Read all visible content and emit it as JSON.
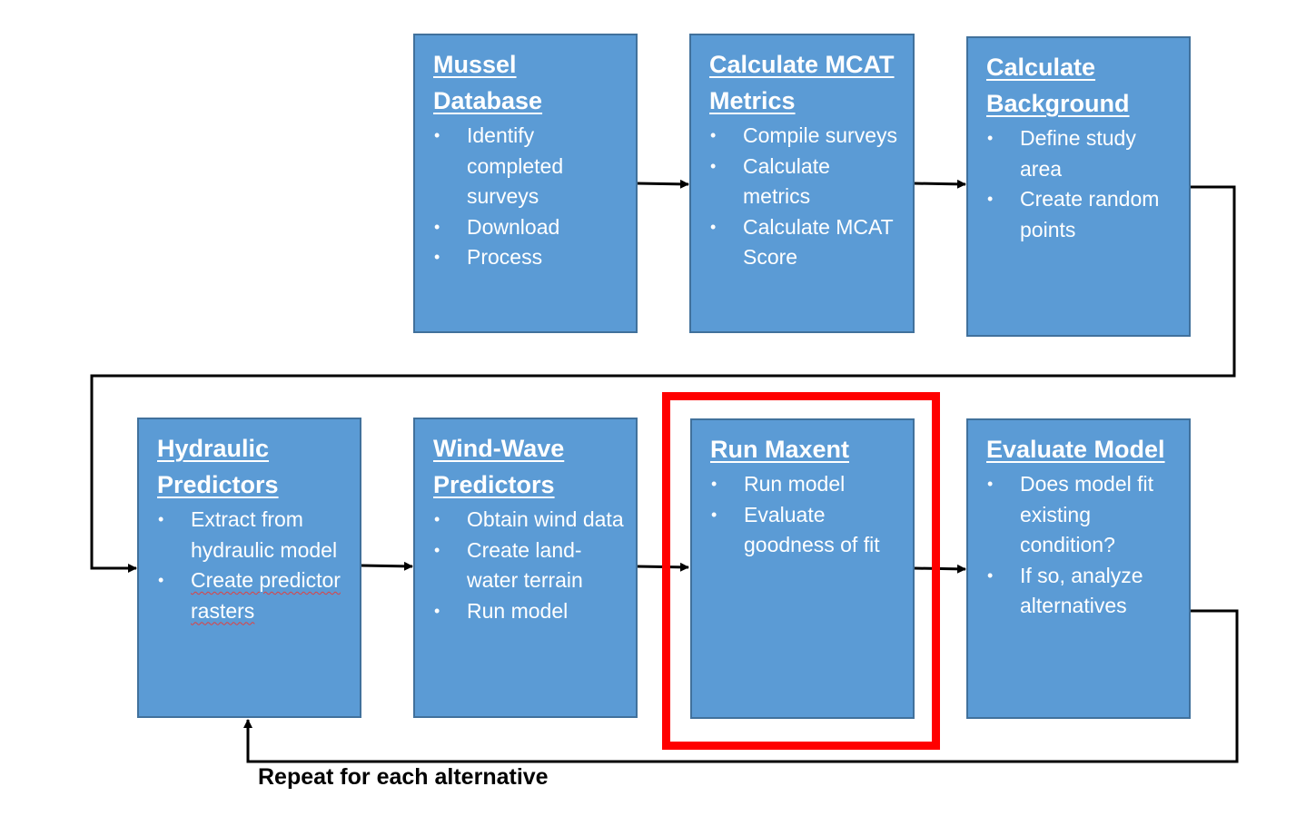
{
  "boxes": [
    {
      "id": "mussel-database",
      "title": "Mussel Database",
      "items": [
        "Identify completed surveys",
        "Download",
        "Process"
      ]
    },
    {
      "id": "calculate-mcat-metrics",
      "title": "Calculate MCAT Metrics",
      "items": [
        "Compile surveys",
        "Calculate metrics",
        "Calculate MCAT Score"
      ]
    },
    {
      "id": "calculate-background",
      "title": "Calculate Background",
      "items": [
        "Define study area",
        "Create random points"
      ]
    },
    {
      "id": "hydraulic-predictors",
      "title": "Hydraulic Predictors",
      "items": [
        "Extract from hydraulic model",
        "Create predictor rasters"
      ]
    },
    {
      "id": "wind-wave-predictors",
      "title": "Wind-Wave Predictors",
      "items": [
        "Obtain wind data",
        "Create land-water terrain",
        "Run model"
      ]
    },
    {
      "id": "run-maxent",
      "title": "Run Maxent",
      "items": [
        "Run model",
        "Evaluate goodness of fit"
      ]
    },
    {
      "id": "evaluate-model",
      "title": "Evaluate Model",
      "items": [
        "Does model fit existing condition?",
        "If so, analyze alternatives"
      ]
    }
  ],
  "loop_label": "Repeat for each alternative",
  "colors": {
    "box_fill": "#5b9bd5",
    "box_border": "#41719c",
    "highlight": "#ff0000",
    "connector": "#000000"
  }
}
